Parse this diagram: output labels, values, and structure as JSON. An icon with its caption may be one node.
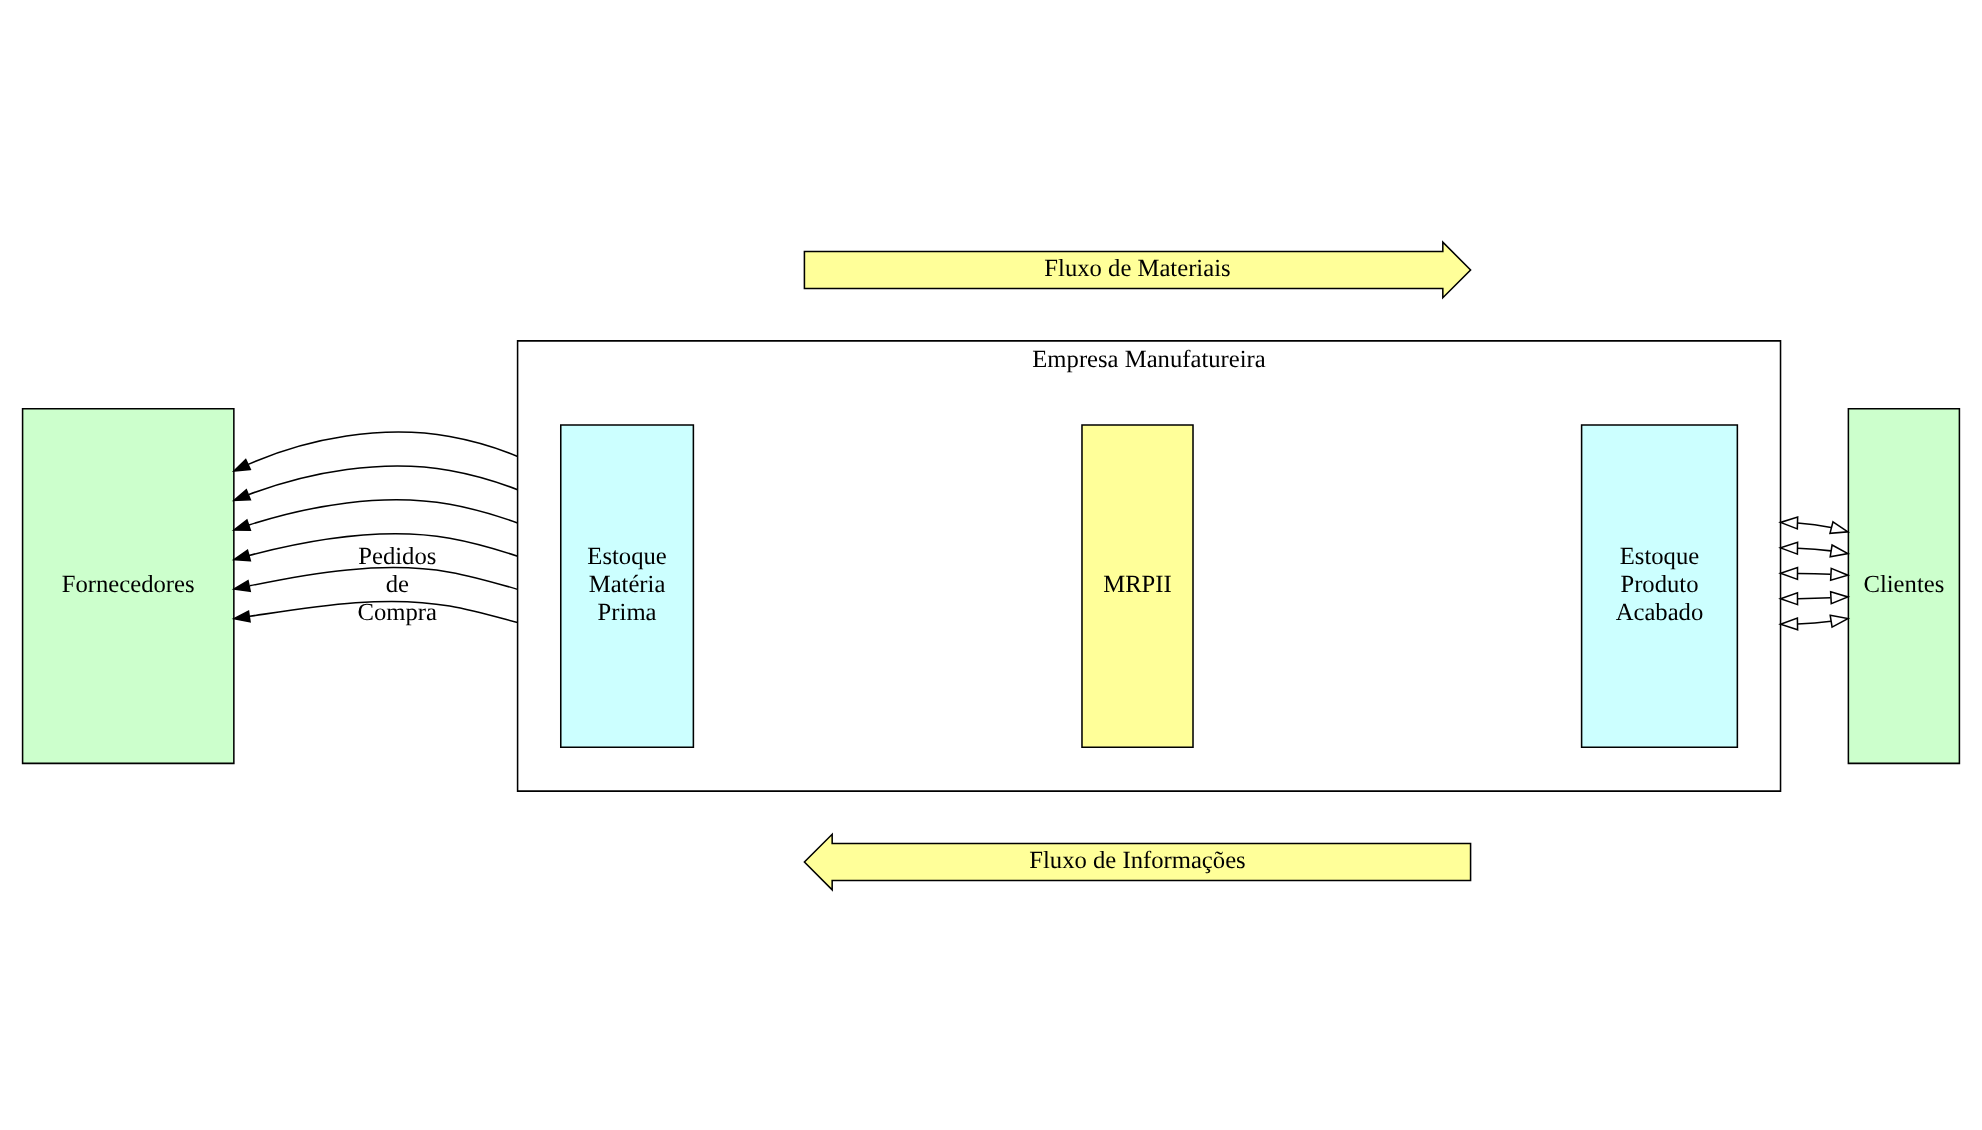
{
  "diagram": {
    "nodes": [
      {
        "text": [
          "Fluxo de Informações"
        ]
      },
      {
        "text": [
          "Empresa Manufatureira"
        ]
      },
      {
        "text": [
          "Fornecedores"
        ]
      },
      {
        "text": [
          "Estoque Matéria Prima"
        ],
        "in": 1
      },
      {
        "text": [
          "MRPII"
        ],
        "in": 1
      },
      {
        "text": [
          "Estoque Produto Acabado"
        ],
        "in": 1
      },
      {
        "text": [
          "Clientes"
        ]
      },
      {
        "text": [
          "Fluxo de Materiais"
        ]
      }
    ],
    "edges": [
      {
        "from": 1,
        "to": 2,
        "arrow": "to"
      },
      {
        "from": 1,
        "to": 2,
        "arrow": "to"
      },
      {
        "from": 1,
        "to": 2,
        "arrow": "to"
      },
      {
        "from": 1,
        "to": 2,
        "arrow": "to"
      },
      {
        "from": 1,
        "to": 2,
        "arrow": "to"
      },
      {
        "from": 1,
        "to": 2,
        "arrow": "to"
      },
      {
        "from": 1,
        "to": 6,
        "arrow": "both"
      },
      {
        "from": 1,
        "to": 6,
        "arrow": "both"
      },
      {
        "from": 1,
        "to": 6,
        "arrow": "both"
      },
      {
        "from": 1,
        "to": 6,
        "arrow": "both"
      },
      {
        "from": 1,
        "to": 6,
        "arrow": "both"
      }
    ],
    "labels": [
      "Pedidos de Compra"
    ]
  }
}
